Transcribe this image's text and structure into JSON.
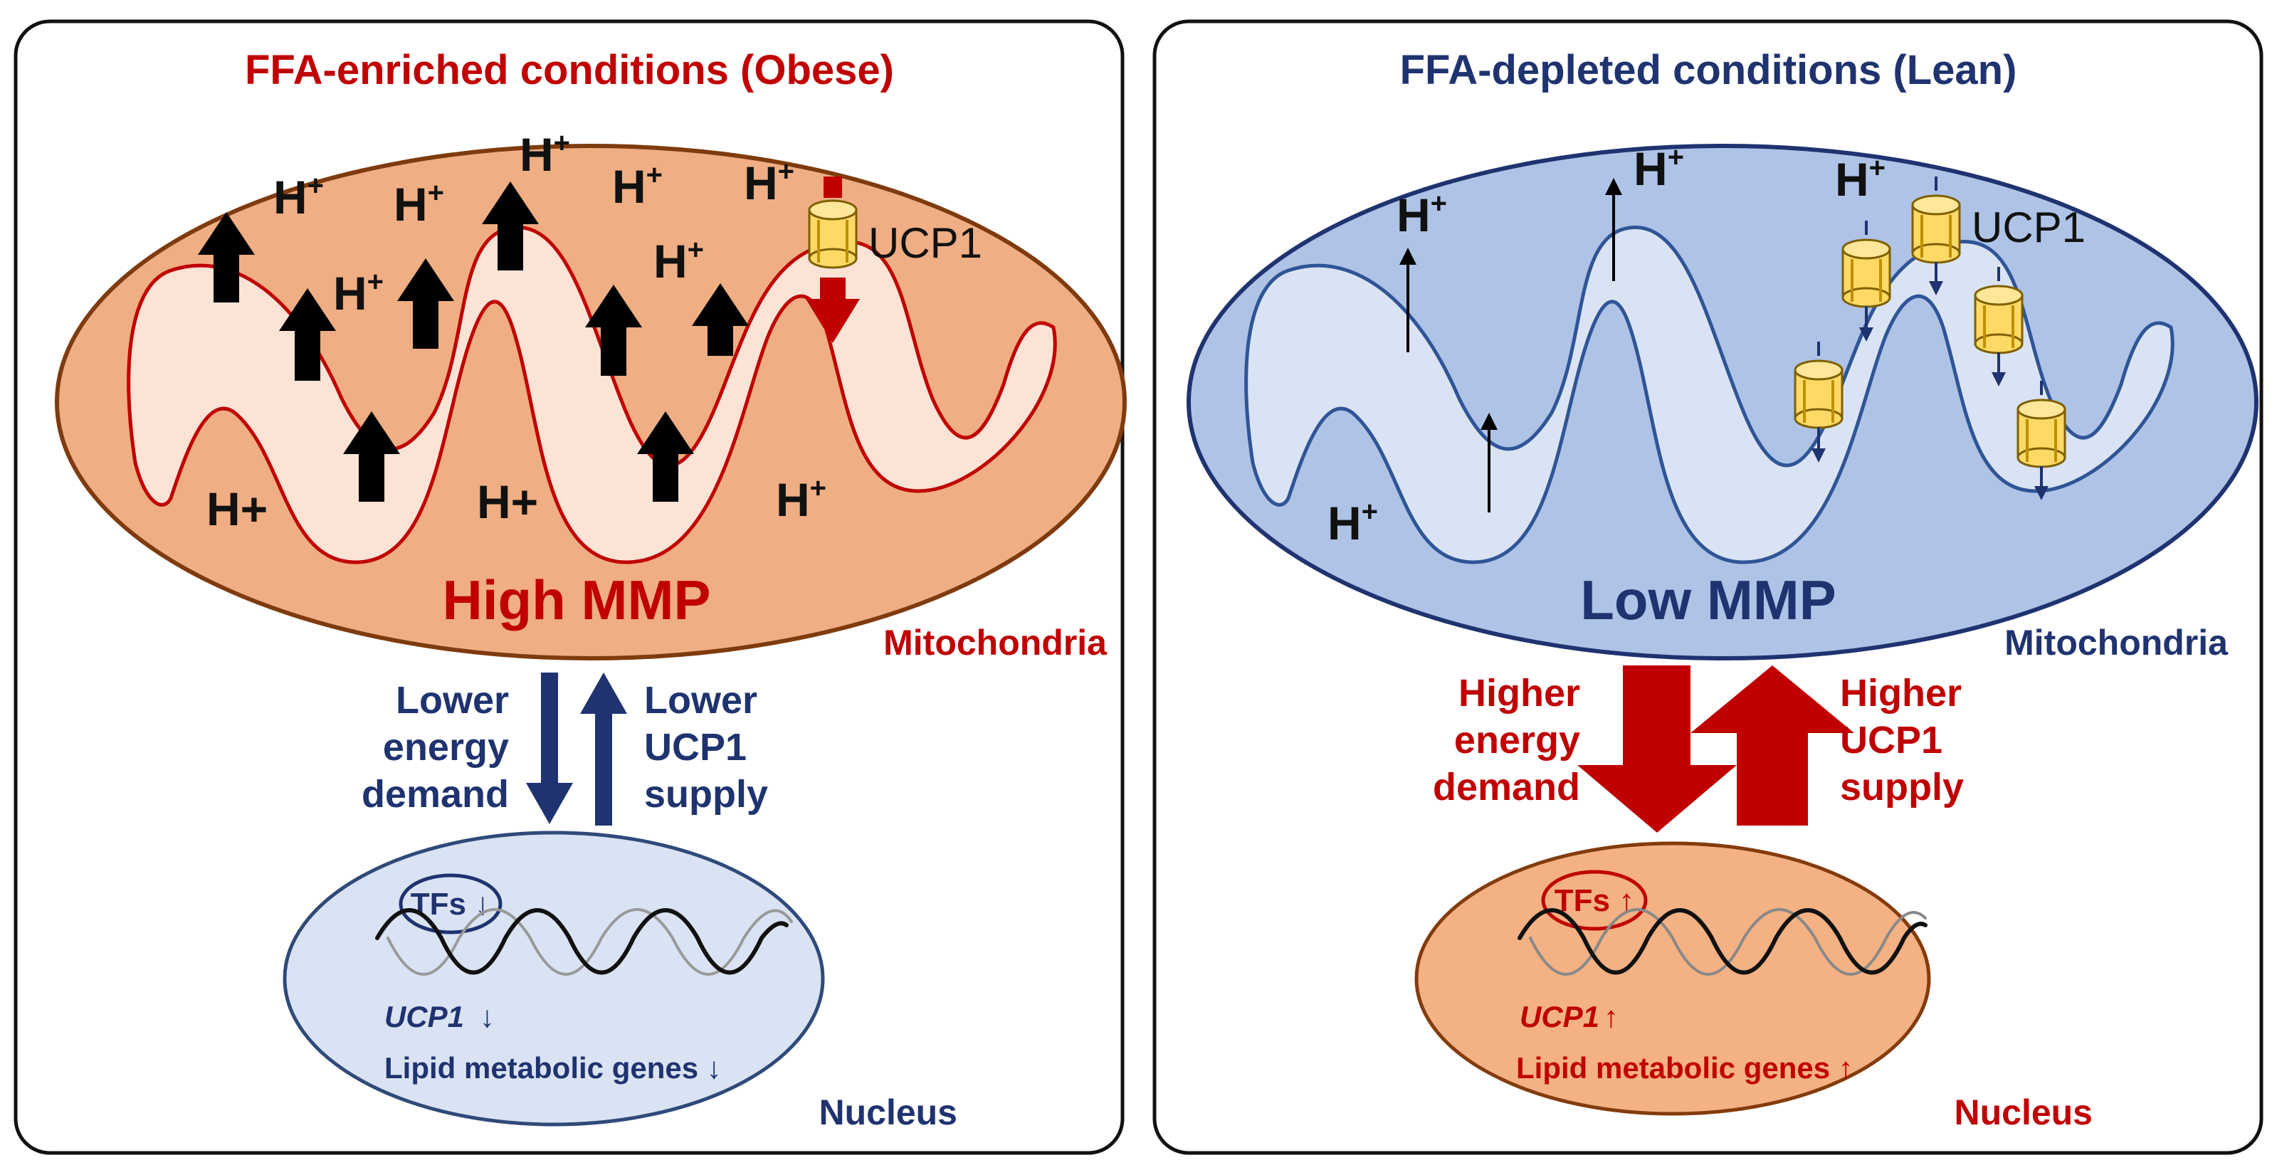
{
  "colors": {
    "red": "#c00000",
    "navy": "#1f3370",
    "mito_fill_obese": "#efae83",
    "matrix_fill_obese": "#fbe3d6",
    "mito_fill_lean": "#aec3e6",
    "matrix_fill_lean": "#dae3f3",
    "nucleus_lean_fill": "#dae3f3",
    "nucleus_obese_fill": "#f4b183",
    "ucp1_fill": "#ffd966"
  },
  "icons": [
    "proton-up-arrow-icon",
    "proton-down-arrow-icon",
    "ucp1-channel-icon",
    "dna-double-helix-icon",
    "signal-arrow-icon"
  ],
  "left": {
    "title": "FFA-enriched conditions (Obese)",
    "mmp_label": "High MMP",
    "mito_label": "Mitochondria",
    "ucp1_label": "UCP1",
    "h_ion": "H",
    "h_ion_plus": "H+",
    "plus": "+",
    "down_arrow_label": [
      "Lower",
      "energy",
      "demand"
    ],
    "up_arrow_label": [
      "Lower",
      "UCP1",
      "supply"
    ],
    "tfs_label": "TFs ↓",
    "gene_ucp1": "UCP1",
    "gene_ucp1_arrow": "↓",
    "gene_lipid": "Lipid metabolic genes ↓",
    "nucleus_label": "Nucleus"
  },
  "right": {
    "title": "FFA-depleted conditions (Lean)",
    "mmp_label": "Low MMP",
    "mito_label": "Mitochondria",
    "ucp1_label": "UCP1",
    "h_ion": "H",
    "plus": "+",
    "down_arrow_label": [
      "Higher",
      "energy",
      "demand"
    ],
    "up_arrow_label": [
      "Higher",
      "UCP1",
      "supply"
    ],
    "tfs_label": "TFs ↑",
    "gene_ucp1": "UCP1",
    "gene_ucp1_arrow": "↑",
    "gene_lipid": "Lipid metabolic genes ↑",
    "nucleus_label": "Nucleus"
  }
}
